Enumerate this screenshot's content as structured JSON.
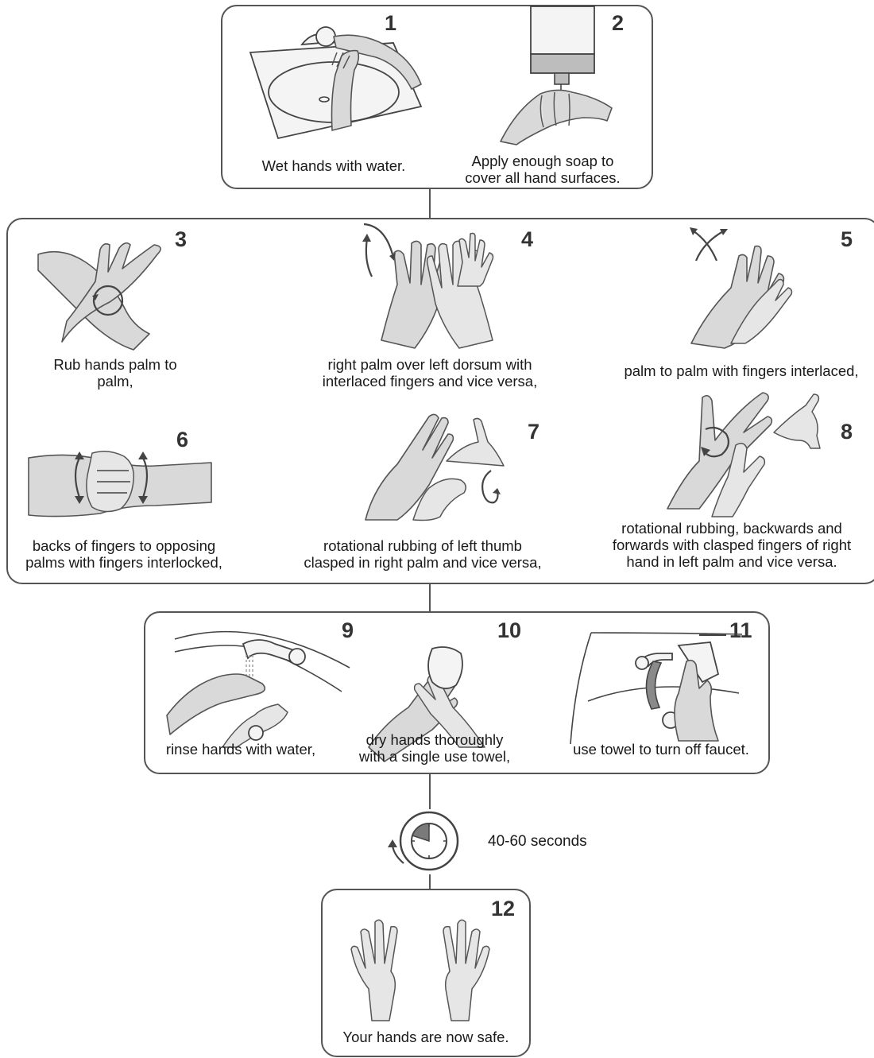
{
  "steps": [
    {
      "number": "1",
      "caption": [
        "Wet hands with water."
      ]
    },
    {
      "number": "2",
      "caption": [
        "Apply enough soap to",
        "cover all hand surfaces."
      ]
    },
    {
      "number": "3",
      "caption": [
        "Rub hands palm to",
        "palm,"
      ]
    },
    {
      "number": "4",
      "caption": [
        "right palm over left dorsum with",
        "interlaced fingers and vice versa,"
      ]
    },
    {
      "number": "5",
      "caption": [
        "palm to palm with fingers interlaced,"
      ]
    },
    {
      "number": "6",
      "caption": [
        "backs of fingers to opposing",
        "palms with fingers interlocked,"
      ]
    },
    {
      "number": "7",
      "caption": [
        "rotational rubbing of left thumb",
        "clasped in right palm and vice versa,"
      ]
    },
    {
      "number": "8",
      "caption": [
        "rotational rubbing, backwards and",
        "forwards with clasped fingers of right",
        "hand in left palm and vice versa."
      ]
    },
    {
      "number": "9",
      "caption": [
        "rinse hands with water,"
      ]
    },
    {
      "number": "10",
      "caption": [
        "dry hands thoroughly",
        "with a single use towel,"
      ]
    },
    {
      "number": "11",
      "caption": [
        "use towel to turn off faucet."
      ]
    },
    {
      "number": "12",
      "caption": [
        "Your hands are now safe."
      ]
    }
  ],
  "timer": {
    "label": "40-60 seconds",
    "elapsed_fraction": 0.2,
    "icon": "clock-timer-icon"
  },
  "colors": {
    "border": "#555555",
    "hand_fill": "#d9d9d9",
    "text": "#1a1a1a"
  }
}
